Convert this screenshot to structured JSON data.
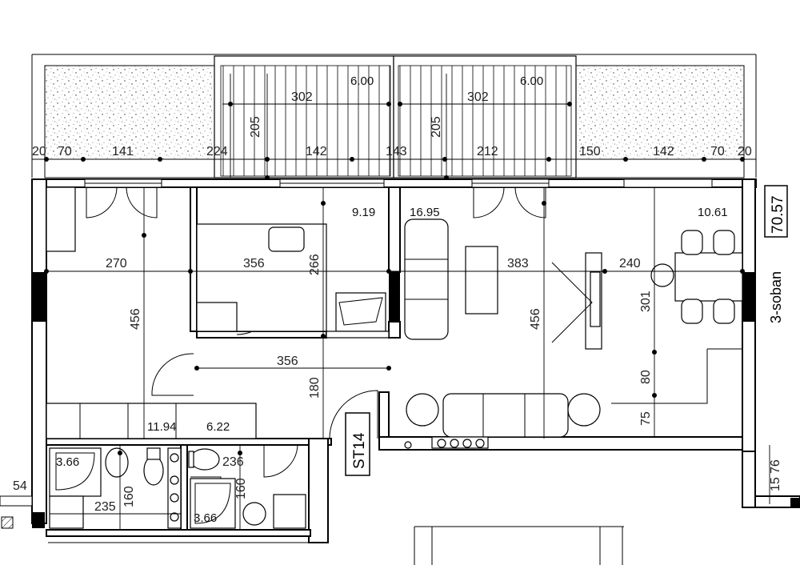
{
  "plan": {
    "apartment_type": "3-soban",
    "total_area": "70.57",
    "stair_label": "ST14",
    "rooms": {
      "terrace_left": "6.00",
      "terrace_right": "6.00",
      "bedroom_right": "9.19",
      "living": "16.95",
      "dining": "10.61",
      "bedroom_left": "11.94",
      "hall": "6.22",
      "bath_left": "3.66",
      "bath_right": "3.66"
    },
    "dims": {
      "terrace_w_left": "302",
      "terrace_w_right": "302",
      "terrace_d_left": "205",
      "terrace_d_right": "205",
      "top_chain": [
        "20",
        "70",
        "141",
        "224",
        "142",
        "143",
        "212",
        "150",
        "142",
        "70",
        "20"
      ],
      "room1_w": "270",
      "room2_w": "356",
      "room2_d": "266",
      "room1_d": "456",
      "hall_w": "356",
      "hall_d": "180",
      "living_w": "383",
      "living_d": "456",
      "dining_w": "240",
      "dining_d1": "301",
      "dining_d2": "80",
      "dining_d3": "75",
      "bath_h_left": "160",
      "bath_w_left": "235",
      "bath_h_right": "160",
      "bath_w_right": "236",
      "edge_left": "54",
      "edge_right_a": "76",
      "edge_right_b": "15"
    }
  }
}
